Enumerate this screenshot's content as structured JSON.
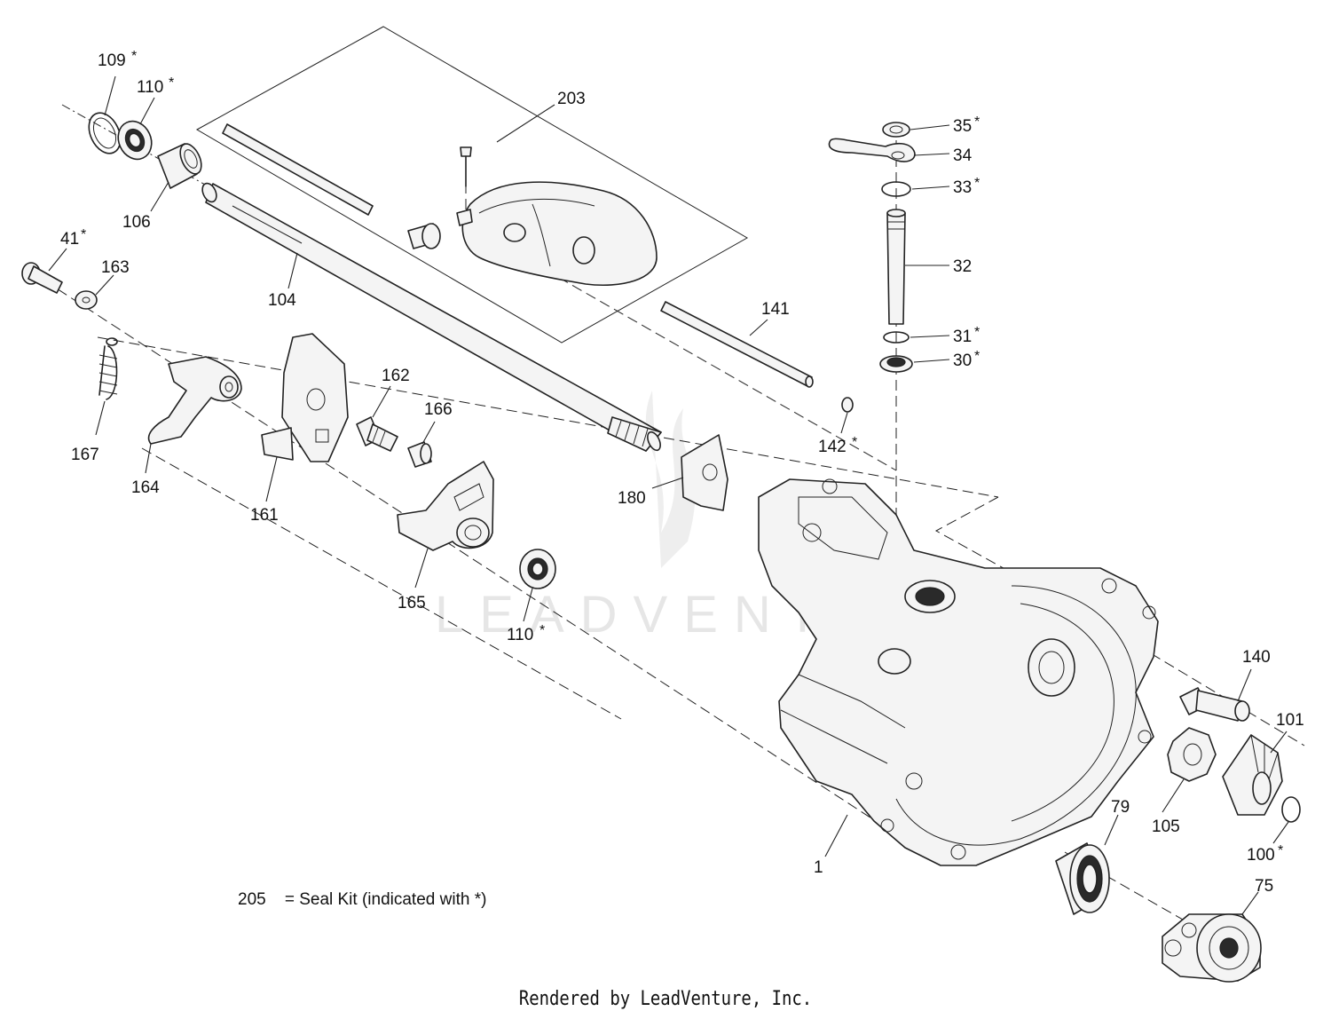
{
  "watermark": "LEADVENTURE",
  "callouts": [
    {
      "id": "c109",
      "label": "109",
      "star": "*"
    },
    {
      "id": "c110a",
      "label": "110",
      "star": "*"
    },
    {
      "id": "c106",
      "label": "106",
      "star": ""
    },
    {
      "id": "c41",
      "label": "41",
      "star": "*"
    },
    {
      "id": "c163",
      "label": "163",
      "star": ""
    },
    {
      "id": "c104",
      "label": "104",
      "star": ""
    },
    {
      "id": "c203",
      "label": "203",
      "star": ""
    },
    {
      "id": "c35",
      "label": "35",
      "star": "*"
    },
    {
      "id": "c34",
      "label": "34",
      "star": ""
    },
    {
      "id": "c33",
      "label": "33",
      "star": "*"
    },
    {
      "id": "c32",
      "label": "32",
      "star": ""
    },
    {
      "id": "c31",
      "label": "31",
      "star": "*"
    },
    {
      "id": "c30",
      "label": "30",
      "star": "*"
    },
    {
      "id": "c141",
      "label": "141",
      "star": ""
    },
    {
      "id": "c162",
      "label": "162",
      "star": ""
    },
    {
      "id": "c166",
      "label": "166",
      "star": ""
    },
    {
      "id": "c167",
      "label": "167",
      "star": ""
    },
    {
      "id": "c164",
      "label": "164",
      "star": ""
    },
    {
      "id": "c161",
      "label": "161",
      "star": ""
    },
    {
      "id": "c142",
      "label": "142",
      "star": "*"
    },
    {
      "id": "c180",
      "label": "180",
      "star": ""
    },
    {
      "id": "c165",
      "label": "165",
      "star": ""
    },
    {
      "id": "c110b",
      "label": "110",
      "star": "*"
    },
    {
      "id": "c140",
      "label": "140",
      "star": ""
    },
    {
      "id": "c101",
      "label": "101",
      "star": ""
    },
    {
      "id": "c105",
      "label": "105",
      "star": ""
    },
    {
      "id": "c79",
      "label": "79",
      "star": ""
    },
    {
      "id": "c100",
      "label": "100",
      "star": "*"
    },
    {
      "id": "c1",
      "label": "1",
      "star": ""
    },
    {
      "id": "c75",
      "label": "75",
      "star": ""
    }
  ],
  "legend": {
    "number": "205",
    "text": "= Seal Kit (indicated with *)"
  },
  "footer": {
    "rendered_by": "Rendered by LeadVenture, Inc."
  }
}
